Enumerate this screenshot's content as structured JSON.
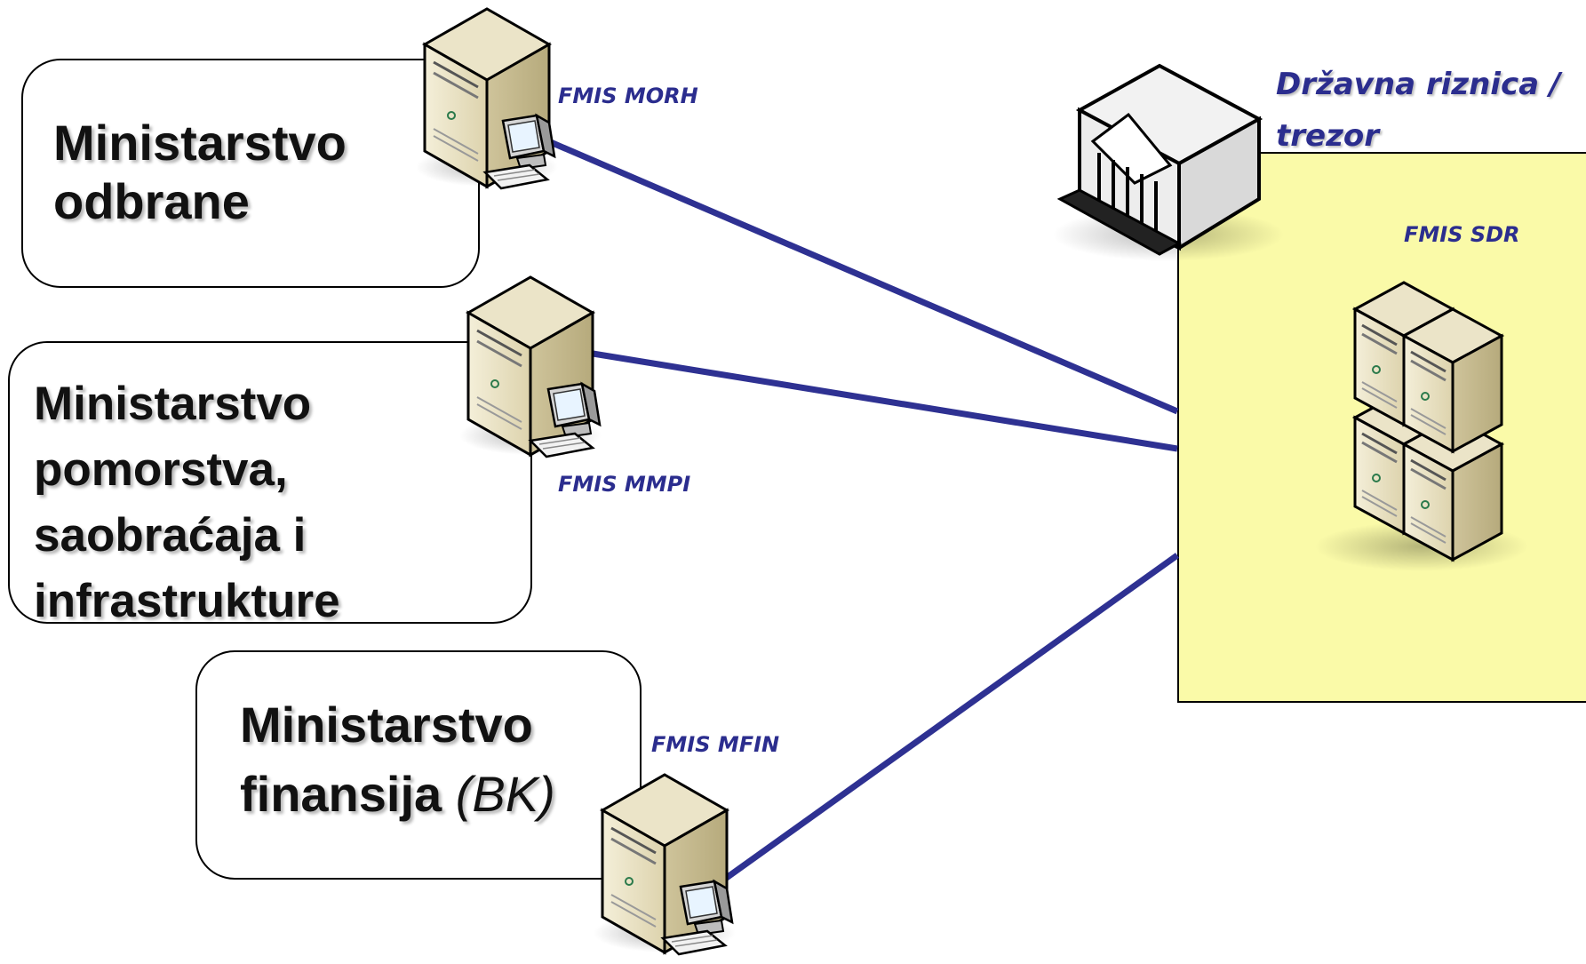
{
  "ministries": [
    {
      "lines": [
        "Ministarstvo",
        "odbrane"
      ],
      "fmis_label": "FMIS MORH"
    },
    {
      "lines": [
        "Ministarstvo",
        "pomorstva,",
        "saobraćaja i",
        "infrastrukture"
      ],
      "fmis_label": "FMIS MMPI"
    },
    {
      "lines": [
        "Ministarstvo",
        "finansija"
      ],
      "suffix": "(BK)",
      "fmis_label": "FMIS MFIN"
    }
  ],
  "treasury": {
    "title_lines": [
      "Državna riznica /",
      "trezor"
    ],
    "fmis_label": "FMIS SDR"
  },
  "colors": {
    "connector": "#2e3192",
    "label_text": "#2b2d8e",
    "panel_fill": "#fafaa8",
    "server_body": "#e9e1c4",
    "server_side": "#c9bf98"
  },
  "icons": [
    "workstation-server-icon",
    "bank-building-icon",
    "server-cluster-icon"
  ]
}
